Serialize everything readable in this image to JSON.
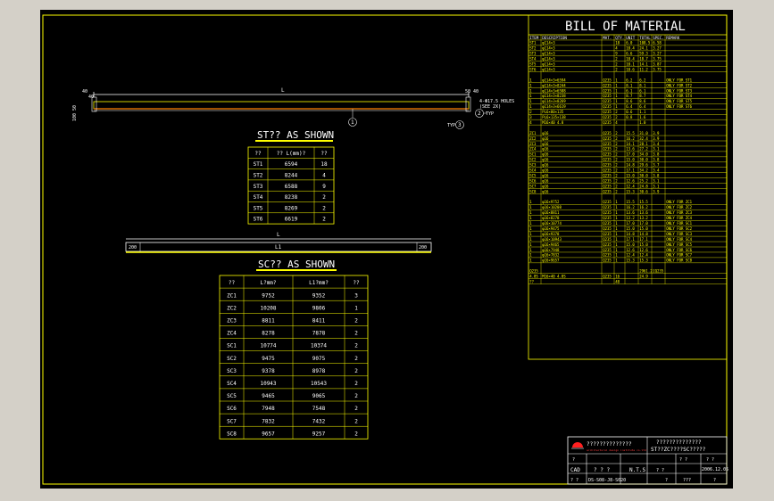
{
  "beam_top": {
    "length_label": "L",
    "left_dim_top": "40",
    "left_dim_left": "40",
    "left_dim_vertical": "100 50",
    "right_dim": "50 40",
    "callout_1": "1",
    "callout_2": "2",
    "callout_3": "3",
    "holes_note": "4-Φ17.5 HOLES",
    "holes_sub": "(SEE 2X)",
    "typ2": "TYP",
    "typ3": "TYP"
  },
  "st_table": {
    "title": "ST?? AS SHOWN",
    "headers": [
      "??",
      "?? L(mm)?",
      "??"
    ],
    "rows": [
      [
        "ST1",
        "6594",
        "18"
      ],
      [
        "ST2",
        "8244",
        "4"
      ],
      [
        "ST3",
        "6588",
        "9"
      ],
      [
        "ST4",
        "8238",
        "2"
      ],
      [
        "ST5",
        "8269",
        "2"
      ],
      [
        "ST6",
        "6619",
        "2"
      ]
    ]
  },
  "beam_mid": {
    "length_label": "L",
    "l1_label": "L1",
    "left_dim": "200",
    "right_dim": "200"
  },
  "sc_table": {
    "title": "SC?? AS SHOWN",
    "headers": [
      "??",
      "L?mm?",
      "L1?mm?",
      "??"
    ],
    "rows": [
      [
        "ZC1",
        "9752",
        "9352",
        "3"
      ],
      [
        "ZC2",
        "10208",
        "9806",
        "1"
      ],
      [
        "ZC3",
        "8811",
        "8411",
        "2"
      ],
      [
        "ZC4",
        "8278",
        "7878",
        "2"
      ],
      [
        "SC1",
        "10774",
        "10374",
        "2"
      ],
      [
        "SC2",
        "9475",
        "9075",
        "2"
      ],
      [
        "SC3",
        "9378",
        "8978",
        "2"
      ],
      [
        "SC4",
        "10943",
        "10543",
        "2"
      ],
      [
        "SC5",
        "9465",
        "9065",
        "2"
      ],
      [
        "SC6",
        "7948",
        "7548",
        "2"
      ],
      [
        "SC7",
        "7832",
        "7432",
        "2"
      ],
      [
        "SC8",
        "9657",
        "9257",
        "2"
      ]
    ]
  },
  "bom": {
    "title": "BILL  OF  MATERIAL",
    "headers": [
      "ITEM",
      "DESCRIPTION",
      "MAT.",
      "QTY.",
      "UNIT",
      "TOTAL",
      "SPEC.",
      "REMARK"
    ],
    "group1": [
      [
        "ST1",
        "φ114×3",
        "",
        "18",
        "6.0",
        "108.5",
        "6.58",
        ""
      ],
      [
        "ST2",
        "φ114×3",
        "",
        "4",
        "10.4",
        "24.1",
        "3.27",
        ""
      ],
      [
        "ST3",
        "φ114×3",
        "",
        "9",
        "6.6",
        "59.3",
        "3.27",
        ""
      ],
      [
        "ST4",
        "φ114×3",
        "",
        "2",
        "10.4",
        "18.7",
        "3.75",
        ""
      ],
      [
        "ST5",
        "φ114×3",
        "",
        "2",
        "10.1",
        "14.1",
        "3.87",
        ""
      ],
      [
        "ST6",
        "φ114×3",
        "",
        "2",
        "10.6",
        "11.2",
        "3.75",
        ""
      ]
    ],
    "group2": [
      [
        "1",
        "φ114×3×6594",
        "Q235",
        "1",
        "6.2",
        "6.2",
        "",
        "ONLY FOR ST1"
      ],
      [
        "1",
        "φ114×3×8244",
        "Q235",
        "1",
        "8.1",
        "8.1",
        "",
        "ONLY FOR ST2"
      ],
      [
        "1",
        "φ114×3×6588",
        "Q235",
        "1",
        "6.1",
        "6.1",
        "",
        "ONLY FOR ST3"
      ],
      [
        "1",
        "φ114×3×8238",
        "Q235",
        "1",
        "8.7",
        "8.7",
        "",
        "ONLY FOR ST4"
      ],
      [
        "1",
        "φ114×3×8269",
        "Q235",
        "1",
        "8.6",
        "8.6",
        "",
        "ONLY FOR ST5"
      ],
      [
        "1",
        "φ114×3×6619",
        "Q235",
        "1",
        "6.4",
        "6.4",
        "",
        "ONLY FOR ST6"
      ],
      [
        "2",
        "PL6×80×135",
        "Q235",
        "2",
        "0.6",
        "1.1",
        "",
        ""
      ],
      [
        "3",
        "PL6×135×138",
        "Q235",
        "2",
        "0.8",
        "1.6",
        "",
        ""
      ],
      [
        "4",
        "M16×40 4.8",
        "Q235",
        "4",
        "",
        "1.0",
        "",
        ""
      ]
    ],
    "group3": [
      [
        "ZC1",
        "φ16",
        "Q235",
        "2",
        "15.5",
        "31.0",
        "3.9",
        ""
      ],
      [
        "ZC2",
        "φ16",
        "Q235",
        "2",
        "16.2",
        "32.4",
        "3.9",
        ""
      ],
      [
        "ZC3",
        "φ16",
        "Q235",
        "2",
        "14.1",
        "28.1",
        "3.4",
        ""
      ],
      [
        "ZC4",
        "φ16",
        "Q235",
        "2",
        "13.6",
        "27.2",
        "3.1",
        ""
      ],
      [
        "SC1",
        "φ16",
        "Q235",
        "2",
        "17.0",
        "34.0",
        "3.8",
        ""
      ],
      [
        "SC2",
        "φ16",
        "Q235",
        "2",
        "15.0",
        "30.0",
        "3.8",
        ""
      ],
      [
        "SC3",
        "φ16",
        "Q235",
        "2",
        "14.8",
        "29.6",
        "3.7",
        ""
      ],
      [
        "SC4",
        "φ16",
        "Q235",
        "2",
        "17.1",
        "34.2",
        "3.4",
        ""
      ],
      [
        "SC5",
        "φ16",
        "Q235",
        "2",
        "15.0",
        "30.0",
        "3.8",
        ""
      ],
      [
        "SC6",
        "φ16",
        "Q235",
        "2",
        "12.6",
        "25.2",
        "3.1",
        ""
      ],
      [
        "SC7",
        "φ16",
        "Q235",
        "2",
        "12.4",
        "24.8",
        "3.1",
        ""
      ],
      [
        "SC8",
        "φ16",
        "Q235",
        "2",
        "15.3",
        "30.6",
        "3.9",
        ""
      ]
    ],
    "group4": [
      [
        "1",
        "φ16×9752",
        "Q235",
        "1",
        "15.5",
        "15.5",
        "",
        "ONLY FOR ZC1"
      ],
      [
        "1",
        "φ16×10208",
        "Q235",
        "1",
        "16.2",
        "16.2",
        "",
        "ONLY FOR ZC2"
      ],
      [
        "1",
        "φ16×8811",
        "Q235",
        "1",
        "13.6",
        "13.6",
        "",
        "ONLY FOR ZC3"
      ],
      [
        "1",
        "φ16×8278",
        "Q235",
        "1",
        "13.2",
        "13.2",
        "",
        "ONLY FOR ZC4"
      ],
      [
        "1",
        "φ16×10774",
        "Q235",
        "1",
        "17.0",
        "17.0",
        "",
        "ONLY FOR SC1"
      ],
      [
        "1",
        "φ16×9475",
        "Q235",
        "1",
        "15.0",
        "15.0",
        "",
        "ONLY FOR SC2"
      ],
      [
        "1",
        "φ16×9378",
        "Q235",
        "1",
        "14.8",
        "14.8",
        "",
        "ONLY FOR SC3"
      ],
      [
        "1",
        "φ16×10943",
        "Q235",
        "1",
        "17.1",
        "17.1",
        "",
        "ONLY FOR SC4"
      ],
      [
        "1",
        "φ16×9465",
        "Q235",
        "1",
        "15.0",
        "15.0",
        "",
        "ONLY FOR SC5"
      ],
      [
        "1",
        "φ16×7948",
        "Q235",
        "1",
        "12.6",
        "12.6",
        "",
        "ONLY FOR SC6"
      ],
      [
        "1",
        "φ16×7832",
        "Q235",
        "1",
        "12.4",
        "12.4",
        "",
        "ONLY FOR SC7"
      ],
      [
        "1",
        "φ16×9657",
        "Q235",
        "1",
        "15.3",
        "15.3",
        "",
        "ONLY FOR SC8"
      ]
    ],
    "footer": [
      [
        "Q235",
        "",
        "",
        "",
        "",
        "2961.2",
        "ΣQ235",
        ""
      ],
      [
        "4.8S",
        "M16×40 4.8S",
        "Q235",
        "16",
        "",
        "24.9",
        "",
        ""
      ],
      [
        "??",
        "",
        "",
        "48",
        "",
        "",
        "",
        ""
      ]
    ]
  },
  "title_block": {
    "company": "??????????????",
    "company_sub": "architectural design institute co.ltd",
    "drawing_title_1": "??????????????",
    "drawing_title_2": "ST??ZC????SC?????",
    "label_cad": "CAD",
    "label_q3": "? ? ?",
    "scale": "N.T.S",
    "date": "2006.12.05",
    "drawing_no": "DS-S08-J8-S020",
    "q_a": "?",
    "q_b": "???",
    "q_c": "? ?",
    "q_d": "? ?",
    "q_e": "? ?",
    "q_f": "? ?",
    "q_g": "?",
    "q_h": "?"
  }
}
